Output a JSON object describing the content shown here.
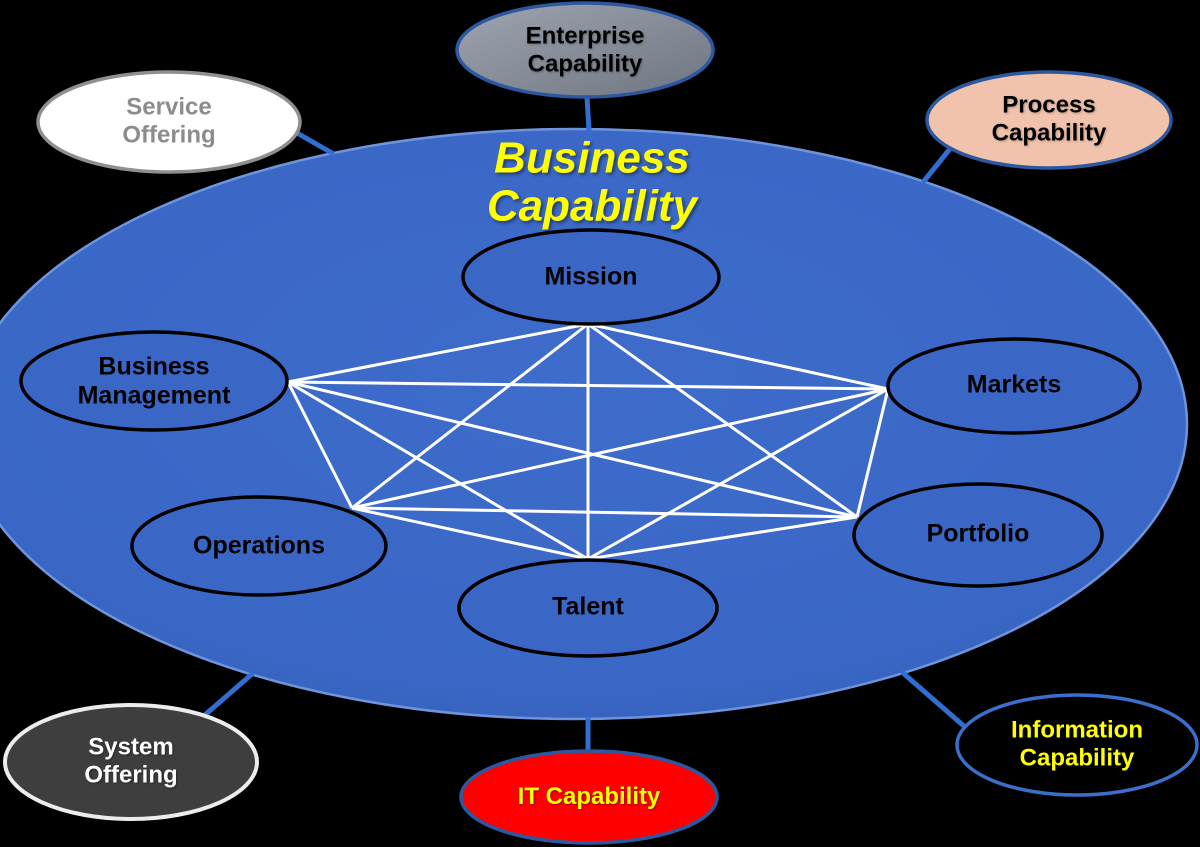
{
  "diagram": {
    "title": "Business Capability",
    "center_ellipse": {
      "label": "Business Capability"
    },
    "inner_nodes": [
      {
        "id": "mission",
        "label": "Mission"
      },
      {
        "id": "business-management",
        "label": "Business Management"
      },
      {
        "id": "markets",
        "label": "Markets"
      },
      {
        "id": "operations",
        "label": "Operations"
      },
      {
        "id": "portfolio",
        "label": "Portfolio"
      },
      {
        "id": "talent",
        "label": "Talent"
      }
    ],
    "outer_nodes": [
      {
        "id": "enterprise-capability",
        "label": "Enterprise Capability"
      },
      {
        "id": "process-capability",
        "label": "Process Capability"
      },
      {
        "id": "service-offering",
        "label": "Service Offering"
      },
      {
        "id": "system-offering",
        "label": "System Offering"
      },
      {
        "id": "it-capability",
        "label": "IT Capability"
      },
      {
        "id": "information-capability",
        "label": "Information Capability"
      }
    ]
  },
  "colors": {
    "background": "#000000",
    "big_ellipse_fill": "#3A67C6",
    "big_ellipse_rim": "#6E95DC",
    "inner_node_fill": "#3A67C6",
    "inner_node_border": "#000000",
    "inner_label_text": "#000000",
    "network_line": "#FFFFFF",
    "connector": "#316ED2",
    "title_text": "#FFFF00",
    "blue_border": "#2C58A0",
    "enterprise_fill_top": "#9EA4B0",
    "enterprise_fill_bottom": "#6F7580",
    "process_fill": "#F1C3AC",
    "service_fill": "#FFFFFF",
    "service_border": "#8F8F8F",
    "service_text": "#8C8C8C",
    "system_fill": "#3E3E3E",
    "system_border": "#ECECEC",
    "system_text": "#FFFFFF",
    "it_fill": "#FE0000",
    "info_fill": "#000000",
    "info_border": "#3B6FCB",
    "yellow_text": "#FFFF00"
  }
}
